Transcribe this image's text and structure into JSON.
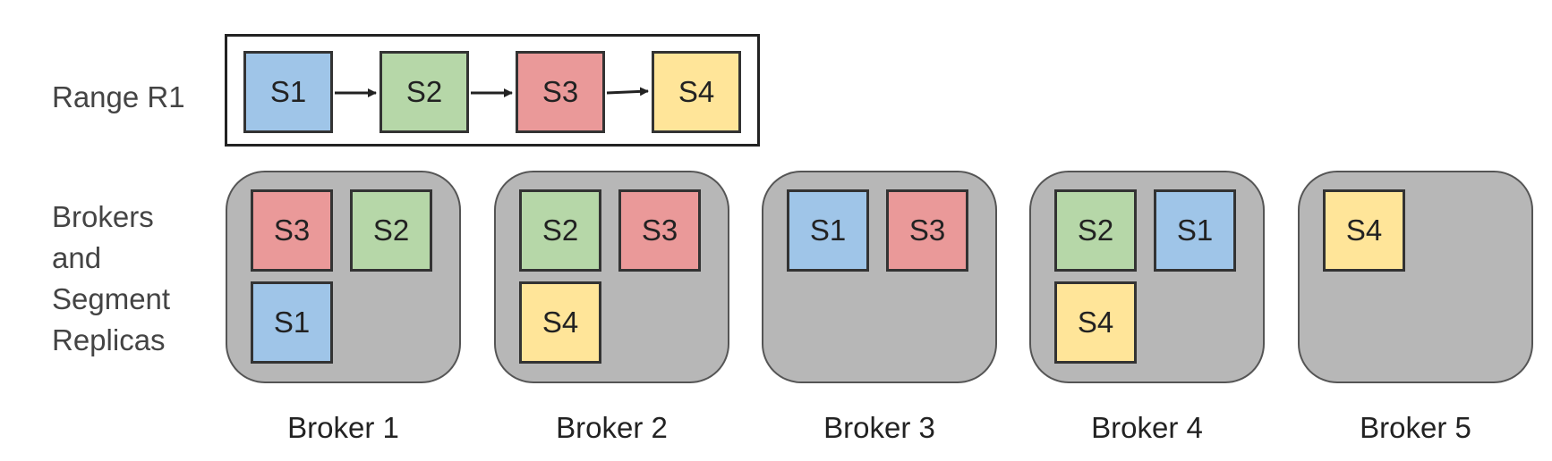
{
  "labels": {
    "range": "Range R1",
    "brokers_lines": [
      "Brokers",
      "and",
      "Segment",
      "Replicas"
    ]
  },
  "colors": {
    "S1": "#9fc5e8",
    "S2": "#b6d7a8",
    "S3": "#ea9999",
    "S4": "#ffe599",
    "broker_fill": "#b7b7b7"
  },
  "range": {
    "segments": [
      "S1",
      "S2",
      "S3",
      "S4"
    ]
  },
  "brokers": [
    {
      "name": "Broker 1",
      "replicas": [
        "S3",
        "S2",
        "S1"
      ]
    },
    {
      "name": "Broker 2",
      "replicas": [
        "S2",
        "S3",
        "S4"
      ]
    },
    {
      "name": "Broker 3",
      "replicas": [
        "S1",
        "S3"
      ]
    },
    {
      "name": "Broker 4",
      "replicas": [
        "S2",
        "S1",
        "S4"
      ]
    },
    {
      "name": "Broker 5",
      "replicas": [
        "S4"
      ]
    }
  ]
}
